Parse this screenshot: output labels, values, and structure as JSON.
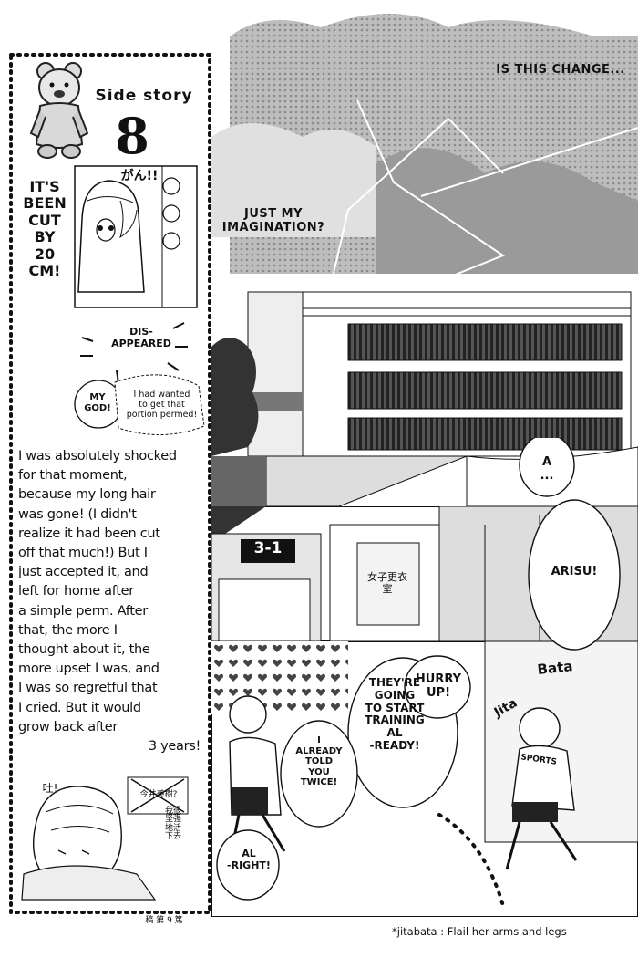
{
  "side_story": {
    "heading": "Side story",
    "number": "8",
    "mini_panel": {
      "sfx": "がん!!",
      "caption": [
        "IT'S",
        "BEEN",
        "CUT",
        "BY",
        "20",
        "CM!"
      ],
      "disappeared": [
        "DIS-",
        "APPEARED"
      ],
      "my_god": [
        "MY",
        "GOD!"
      ],
      "wanted_perm": [
        "I had wanted",
        "to get that",
        "portion permed!"
      ]
    },
    "paragraph": [
      "I was absolutely shocked",
      "for that moment,",
      "because my long hair",
      "was gone! (I didn't",
      "realize it had been cut",
      "off that much!) But I",
      "just accepted it, and",
      "left for home after",
      "a simple perm. After",
      "that, the more I",
      "thought about it, the",
      "more upset I was, and",
      "I was so regretful that",
      "I cried. But it would",
      "grow back after"
    ],
    "paragraph_end": "3 years!",
    "bottom_sketch": {
      "note_left": "吐!",
      "note_right": "我很坚强地活下去",
      "crossed_box": "今井美樹?"
    },
    "footer_sig": "稿 第 9 篤"
  },
  "top_panel": {
    "line1": "IS THIS CHANGE...",
    "line2": [
      "JUST MY",
      "IMAGINATION?"
    ]
  },
  "middle_panel": {
    "room_sign": "3-1",
    "room_plate": "女子更衣室",
    "speech_a": [
      "A",
      "..."
    ],
    "speech_arisu": "ARISU!"
  },
  "bottom_panel": {
    "sfx_bata": "Bata",
    "sfx_jita": "Jita",
    "hurry": [
      "HURRY",
      "UP!"
    ],
    "training": [
      "THEY'RE",
      "GOING",
      "TO START",
      "TRAINING",
      "AL",
      "-READY!"
    ],
    "told_you": [
      "I",
      "ALREADY",
      "TOLD",
      "YOU",
      "TWICE!"
    ],
    "alright": [
      "AL",
      "-RIGHT!"
    ],
    "shirt": "SPORTS"
  },
  "footnote": "*jitabata : Flail her arms and legs"
}
